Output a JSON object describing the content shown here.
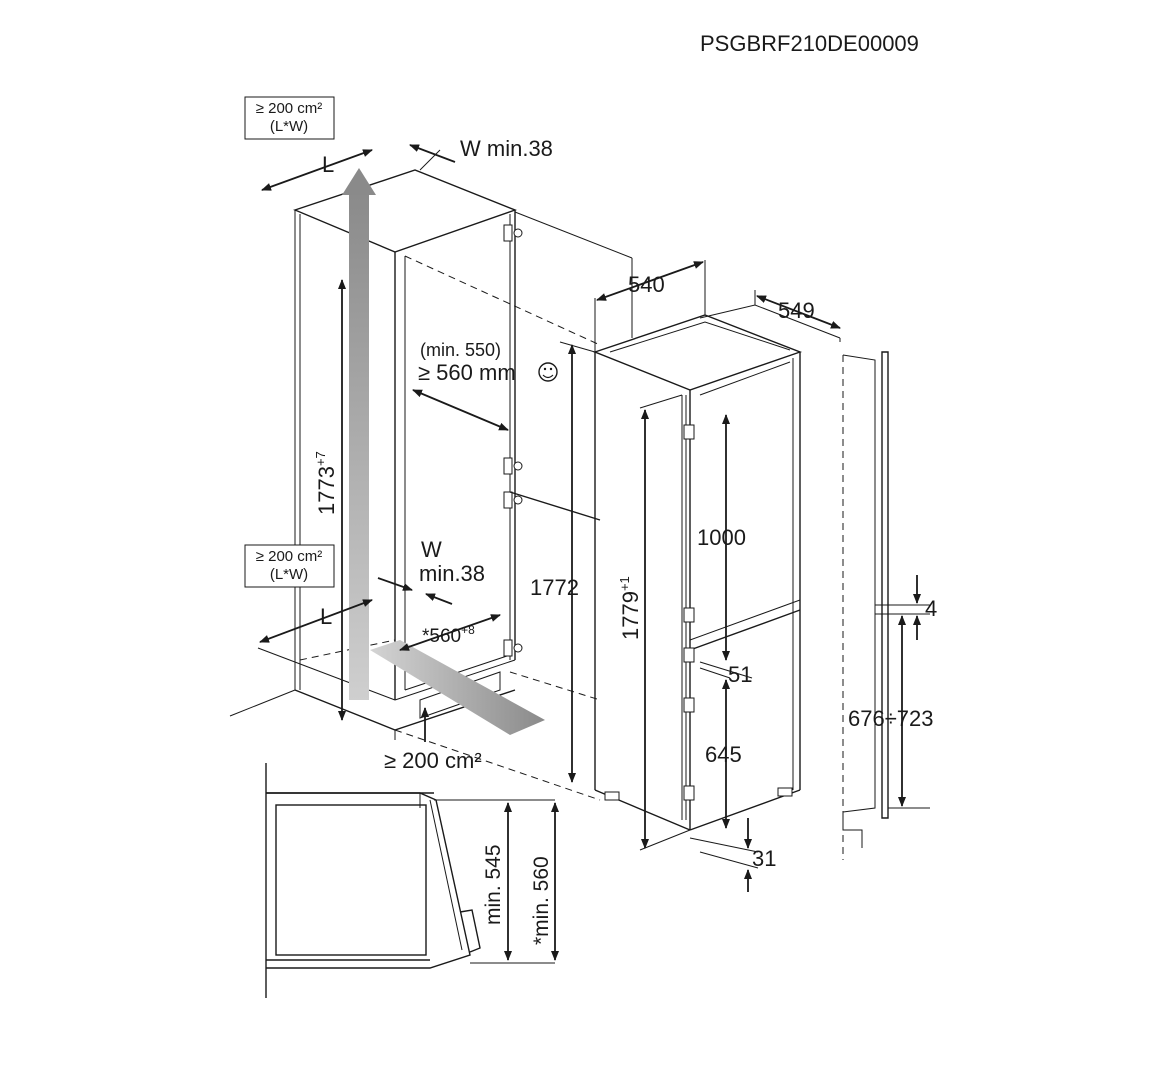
{
  "header": {
    "code": "PSGBRF210DE00009"
  },
  "vent_boxes": {
    "top": {
      "line1": "≥ 200 cm²",
      "line2": "(L*W)"
    },
    "bottom": {
      "line1": "≥ 200 cm²",
      "line2": "(L*W)"
    }
  },
  "labels": {
    "L_top": "L",
    "W_top": "W min.38",
    "d540": "540",
    "d549": "549",
    "min550": "(min. 550)",
    "d560mm": "≥ 560 mm",
    "h1773": "1773",
    "h1773_sup": "+7",
    "W_mid_1": "W",
    "W_mid_2": "min.38",
    "L_bottom": "L",
    "d560_base": "*560",
    "d560_sup": "+8",
    "vent_bottom": "≥ 200 cm²",
    "h1772": "1772",
    "h1779": "1779",
    "h1779_sup": "+1",
    "d1000": "1000",
    "d51": "51",
    "d645": "645",
    "d31": "31",
    "d4": "4",
    "d676_723": "676÷723",
    "min545": "min. 545",
    "min560": "*min. 560"
  },
  "icons": {
    "smiley": "smiley-icon"
  }
}
